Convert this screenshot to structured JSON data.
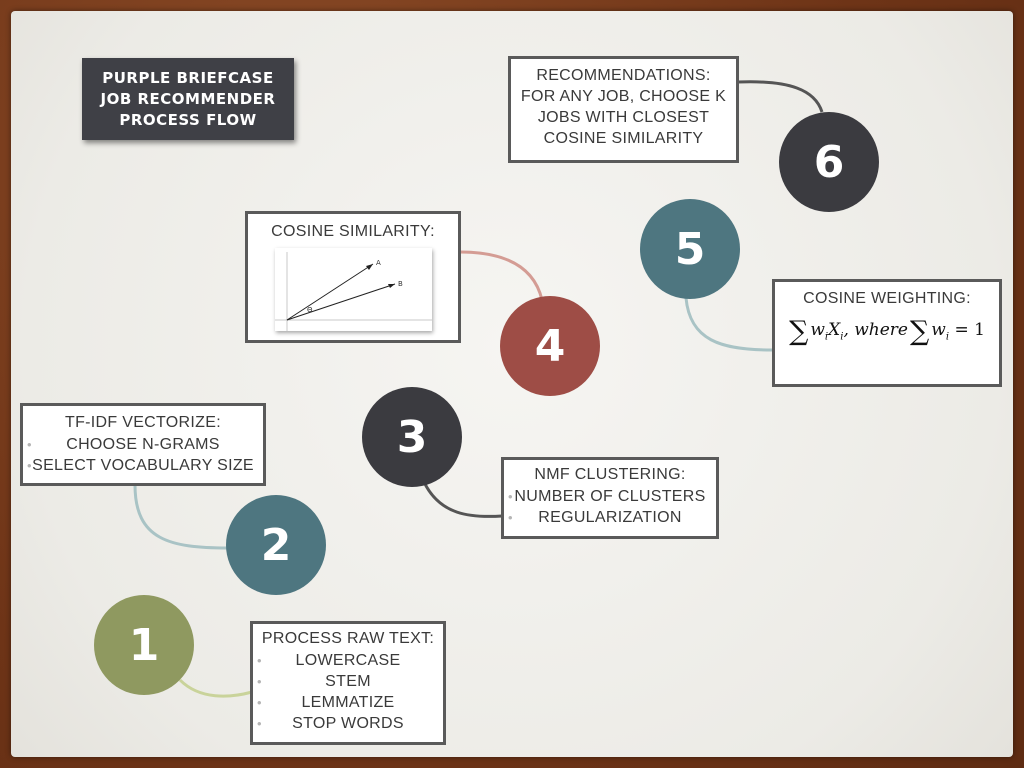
{
  "title": {
    "line1": "PURPLE BRIEFCASE",
    "line2": "JOB RECOMMENDER",
    "line3": "PROCESS FLOW"
  },
  "colors": {
    "olive": "#8f9960",
    "teal": "#4e7680",
    "dark": "#3b3b40",
    "red": "#9e4d46"
  },
  "steps": [
    {
      "number": "1",
      "heading": "PROCESS RAW TEXT:",
      "bullets": [
        "LOWERCASE",
        "STEM",
        "LEMMATIZE",
        "STOP WORDS"
      ]
    },
    {
      "number": "2",
      "heading": "TF-IDF VECTORIZE:",
      "bullets": [
        "CHOOSE N-GRAMS",
        "SELECT VOCABULARY SIZE"
      ]
    },
    {
      "number": "3",
      "heading": "NMF CLUSTERING:",
      "bullets": [
        "NUMBER OF CLUSTERS",
        "REGULARIZATION"
      ]
    },
    {
      "number": "4",
      "heading": "COSINE SIMILARITY:",
      "graph_labels": {
        "a": "a",
        "b": "b",
        "theta": "θ"
      }
    },
    {
      "number": "5",
      "heading": "COSINE WEIGHTING:",
      "formula": {
        "sigma": "∑",
        "term1": "w",
        "sub1": "i",
        "term2": "X",
        "sub2": "i",
        "sep": ",",
        "where": "where",
        "term3": "w",
        "sub3": "i",
        "equals": "= 1"
      }
    },
    {
      "number": "6",
      "lines": [
        "RECOMMENDATIONS:",
        "FOR ANY JOB, CHOOSE K",
        "JOBS WITH CLOSEST",
        "COSINE SIMILARITY"
      ]
    }
  ]
}
